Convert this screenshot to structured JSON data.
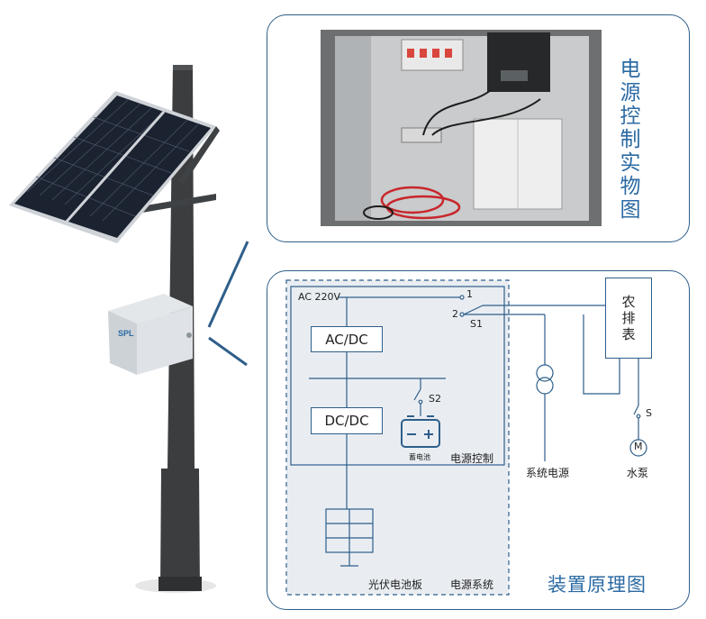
{
  "photo_panel": {
    "title": "电源控制实物图"
  },
  "schematic": {
    "title": "装置原理图",
    "ac_label": "AC 220V",
    "ac_dc_label": "AC/DC",
    "dc_dc_label": "DC/DC",
    "terminal_1": "1",
    "terminal_2": "2",
    "s1_label": "S1",
    "s2_label": "S2",
    "s_label": "S",
    "battery_label": "蓄电池",
    "power_control_label": "电源控制",
    "pv_panel_label": "光伏电池板",
    "power_system_label": "电源系统",
    "meter_label": "农排表",
    "system_power_label": "系统电源",
    "pump_label": "水泵",
    "motor_symbol": "M"
  },
  "pole": {
    "cabinet_brand": "SPL"
  },
  "colors": {
    "accent": "#2b6aa3",
    "line": "#2e5e8a",
    "pole": "#3b3d3f",
    "panel_cell": "#1b2230",
    "cabinet": "#d8dce0"
  }
}
